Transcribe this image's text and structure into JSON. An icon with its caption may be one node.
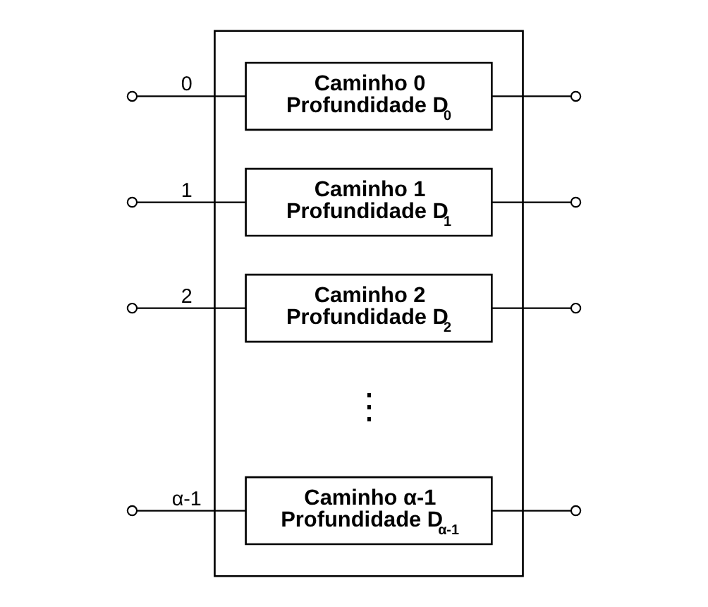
{
  "diagram": {
    "nodes": [
      {
        "text": [],
        "shape": "box"
      },
      {
        "text": [
          "Caminho 0",
          "Profundidade D$_{0}$"
        ],
        "in": 0
      },
      {
        "text": [
          "Caminho 1",
          "Profundidade D$_{1}$"
        ],
        "in": 0
      },
      {
        "text": [
          "Caminho 2",
          "Profundidade D$_{2}$"
        ],
        "in": 0
      },
      {
        "text": [
          "Caminho α-1",
          "Profundidade D$_{α-1}$"
        ],
        "in": 0
      },
      {
        "text": [],
        "shape": "circle"
      },
      {
        "text": [],
        "shape": "circle"
      },
      {
        "text": [],
        "shape": "circle"
      },
      {
        "text": [],
        "shape": "circle"
      },
      {
        "text": [],
        "shape": "circle"
      },
      {
        "text": [],
        "shape": "circle"
      },
      {
        "text": [],
        "shape": "circle"
      },
      {
        "text": [],
        "shape": "circle"
      }
    ],
    "edges": [
      {
        "from": 5,
        "to": 1,
        "arrow": "none",
        "label": "0"
      },
      {
        "from": 6,
        "to": 2,
        "arrow": "none",
        "label": "1"
      },
      {
        "from": 7,
        "to": 3,
        "arrow": "none",
        "label": "2"
      },
      {
        "from": 8,
        "to": 4,
        "arrow": "none",
        "label": "α-1"
      },
      {
        "from": 1,
        "to": 9,
        "arrow": "none"
      },
      {
        "from": 2,
        "to": 10,
        "arrow": "none"
      },
      {
        "from": 3,
        "to": 11,
        "arrow": "none"
      },
      {
        "from": 4,
        "to": 12,
        "arrow": "none"
      }
    ],
    "labels": [
      "⋮"
    ]
  }
}
